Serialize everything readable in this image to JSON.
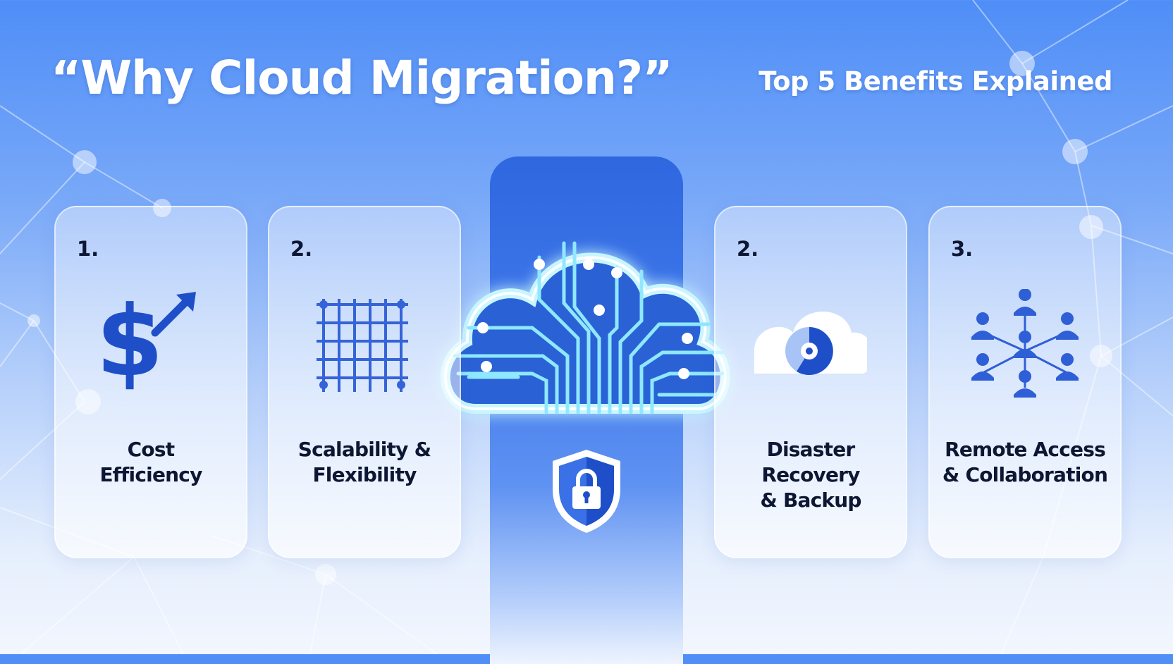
{
  "header": {
    "title": "“Why Cloud Migration?”",
    "subtitle": "Top 5 Benefits Explained"
  },
  "cards": [
    {
      "number": "1.",
      "label": "Cost\nEfficiency",
      "icon": "dollar-growth-icon"
    },
    {
      "number": "2.",
      "label": "Scalability &\nFlexibility",
      "icon": "grid-icon"
    },
    {
      "number": "2.",
      "label": "Disaster Recovery\n& Backup",
      "icon": "cloud-backup-icon"
    },
    {
      "number": "3.",
      "label": "Remote Access\n& Collaboration",
      "icon": "team-network-icon"
    }
  ],
  "center": {
    "icons": [
      "circuit-cloud-icon",
      "security-shield-icon"
    ]
  },
  "colors": {
    "accent": "#1f4fc8",
    "accent_light": "#4f8ef7",
    "text_dark": "#0d1733",
    "glow": "#7fe4ff"
  }
}
